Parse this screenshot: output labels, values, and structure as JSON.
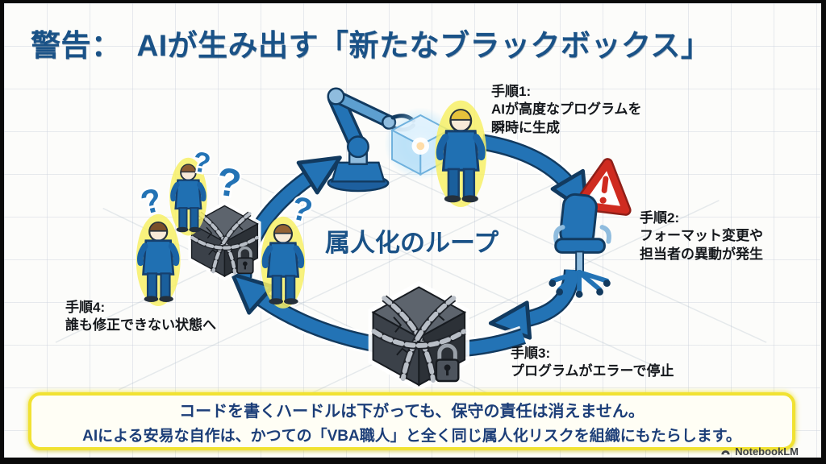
{
  "title": "警告：　AIが生み出す「新たなブラックボックス」",
  "center_label": "属人化のループ",
  "steps": [
    {
      "title": "手順1:",
      "line1": "AIが高度なプログラムを",
      "line2": "瞬時に生成"
    },
    {
      "title": "手順2:",
      "line1": "フォーマット変更や",
      "line2": "担当者の異動が発生"
    },
    {
      "title": "手順3:",
      "line1": "プログラムがエラーで停止",
      "line2": ""
    },
    {
      "title": "手順4:",
      "line1": "誰も修正できない状態へ",
      "line2": ""
    }
  ],
  "footer": {
    "line1": "コードを書くハードルは下がっても、保守の責任は消えません。",
    "line2": "AIによる安易な自作は、かつての「VBA職人」と全く同じ属人化リスクを組織にもたらします。"
  },
  "watermark": {
    "label": "NotebookLM"
  },
  "glyphs": {
    "question": "?"
  },
  "icons": {
    "robot_arm": "robot-arm-icon",
    "glowing_cube": "ai-program-cube-icon",
    "businessman": "businessman-figure",
    "warning_triangle": "warning-triangle-icon",
    "office_chair": "office-chair-icon",
    "chained_box": "chained-black-box-icon",
    "question_mark": "question-mark-icon",
    "notebooklm_logo": "notebooklm-logo-icon"
  },
  "colors": {
    "title_blue": "#1a5287",
    "arrow_blue": "#2373b5",
    "outline_navy": "#123a5f",
    "footer_border_yellow": "#f1e232",
    "footer_text_navy": "#1c3e78",
    "warning_red": "#cf2b20",
    "box_dark_gray": "#34393f",
    "glow_yellow": "#f7f066",
    "background": "#fcfcfa",
    "frame_black": "#0a0a0a"
  }
}
